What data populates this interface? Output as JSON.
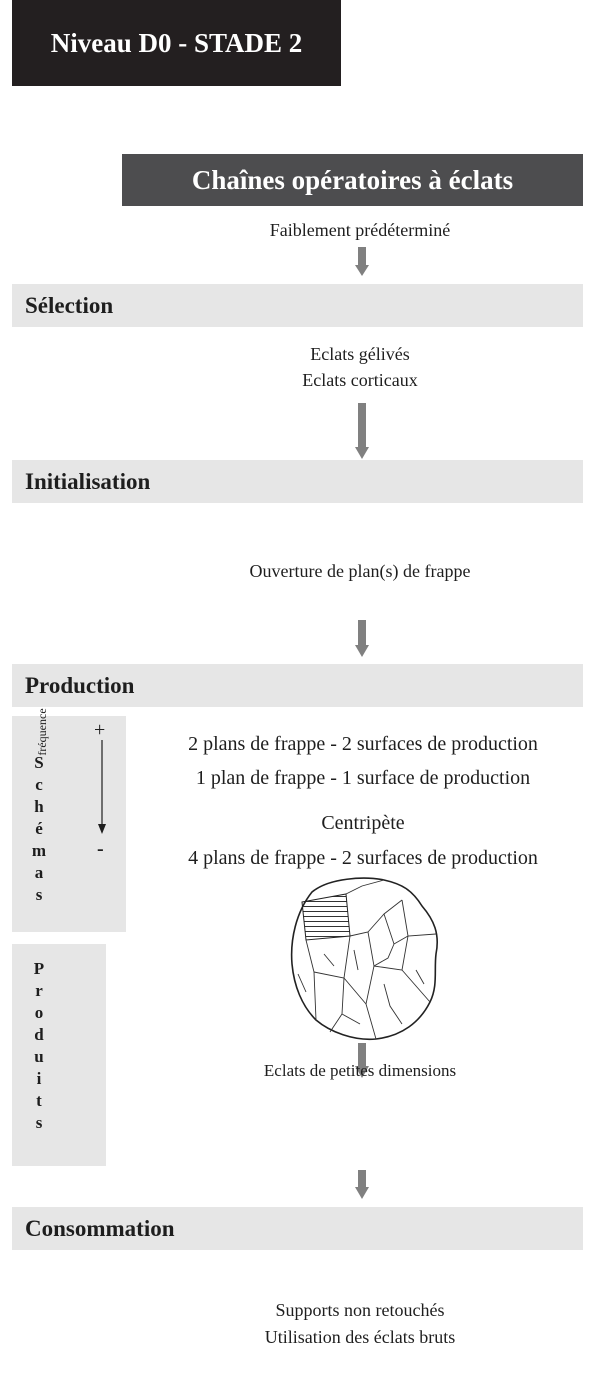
{
  "header": {
    "title": "Niveau D0 - STADE 2"
  },
  "banner": {
    "label": "Chaînes opératoires à éclats"
  },
  "intro": {
    "text": "Faiblement prédéterminé"
  },
  "stages": {
    "selection": {
      "label": "Sélection",
      "lines": [
        "Eclats gélivés",
        "Eclats corticaux"
      ]
    },
    "initialisation": {
      "label": "Initialisation",
      "text": "Ouverture de plan(s) de frappe"
    },
    "production": {
      "label": "Production"
    },
    "consommation": {
      "label": "Consommation",
      "lines": [
        "Supports non retouchés",
        "Utilisation des éclats bruts"
      ]
    }
  },
  "schemas": {
    "side_label": [
      "S",
      "c",
      "h",
      "é",
      "m",
      "a",
      "s"
    ],
    "plus": "+",
    "minus": "-",
    "axis_label": "fréquence",
    "items": [
      "2 plans de frappe - 2 surfaces de production",
      "1 plan de frappe - 1 surface de production",
      "Centripète",
      "4 plans de frappe - 2 surfaces de production"
    ]
  },
  "produits": {
    "side_label": [
      "P",
      "r",
      "o",
      "d",
      "u",
      "i",
      "t",
      "s"
    ],
    "text": "Eclats de petites dimensions"
  },
  "colors": {
    "title_bg": "#231f20",
    "banner_bg": "#4d4d4f",
    "bar_bg": "#e6e6e6",
    "arrow": "#808080"
  }
}
